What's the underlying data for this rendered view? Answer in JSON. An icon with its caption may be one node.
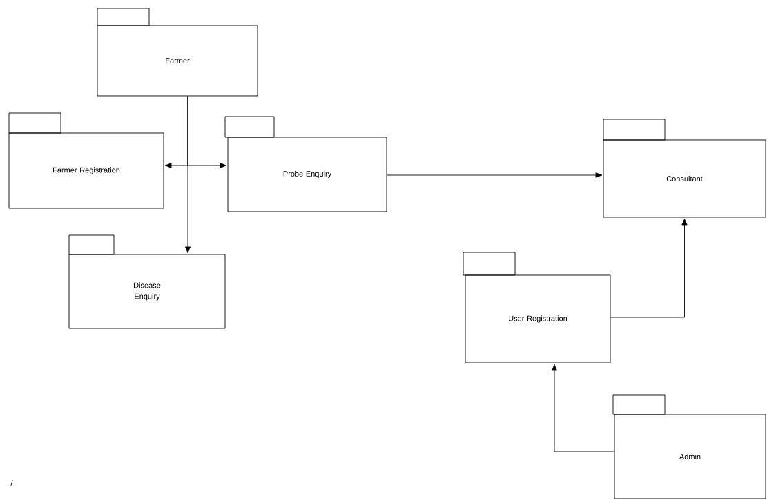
{
  "diagram": {
    "nodes": [
      {
        "text": [
          "Farmer"
        ]
      },
      {
        "text": [
          "Farmer Registration"
        ]
      },
      {
        "text": [
          "Probe Enquiry"
        ]
      },
      {
        "text": [
          "Disease Enquiry"
        ]
      },
      {
        "text": [
          "Consultant"
        ]
      },
      {
        "text": [
          "User Registration"
        ]
      },
      {
        "text": [
          "Admin"
        ]
      }
    ],
    "edges": [
      {
        "from": 0,
        "to": 1,
        "arrow": "to"
      },
      {
        "from": 0,
        "to": 2,
        "arrow": "to"
      },
      {
        "from": 0,
        "to": 3,
        "arrow": "to"
      },
      {
        "from": 2,
        "to": 4,
        "arrow": "to"
      },
      {
        "from": 5,
        "to": 4,
        "arrow": "to"
      },
      {
        "from": 6,
        "to": 5,
        "arrow": "to"
      }
    ],
    "labels": [
      "/"
    ]
  }
}
